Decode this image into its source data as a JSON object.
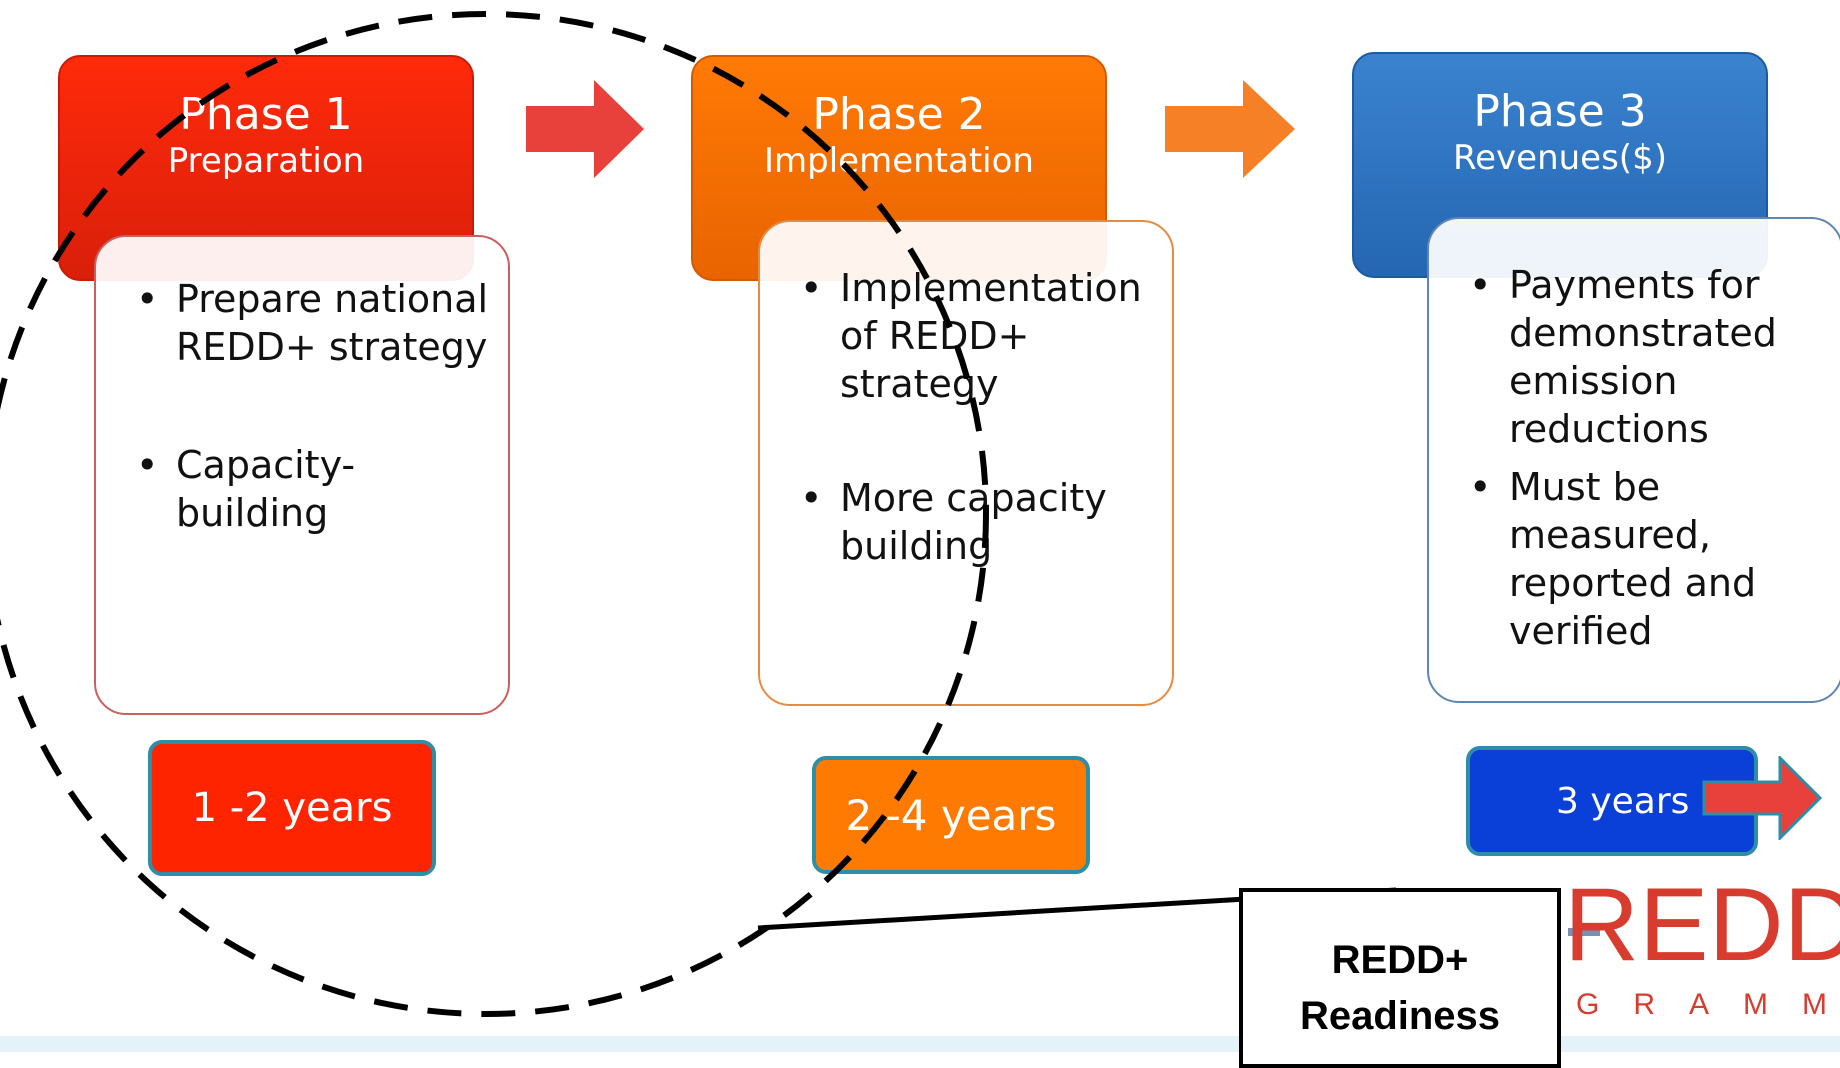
{
  "phases": [
    {
      "title": "Phase 1",
      "subtitle": "Preparation",
      "color": "#ff2a0a",
      "bullets": [
        "Prepare national REDD+ strategy",
        "Capacity-building"
      ],
      "duration": "1 -2 years"
    },
    {
      "title": "Phase 2",
      "subtitle": "Implementation",
      "color": "#ff7a05",
      "bullets": [
        "Implementation of REDD+ strategy",
        "More capacity building"
      ],
      "duration": "2 -4 years"
    },
    {
      "title": "Phase 3",
      "subtitle": "Revenues($)",
      "color": "#2f74c0",
      "bullets": [
        "Payments for demonstrated emission reductions",
        "Must be measured, reported and verified"
      ],
      "duration": "3 years"
    }
  ],
  "callout": {
    "line1": "REDD+",
    "line2": "Readiness"
  },
  "logo": {
    "text": "REDD",
    "subtext": "GRAMME",
    "color": "#d83c2f"
  }
}
